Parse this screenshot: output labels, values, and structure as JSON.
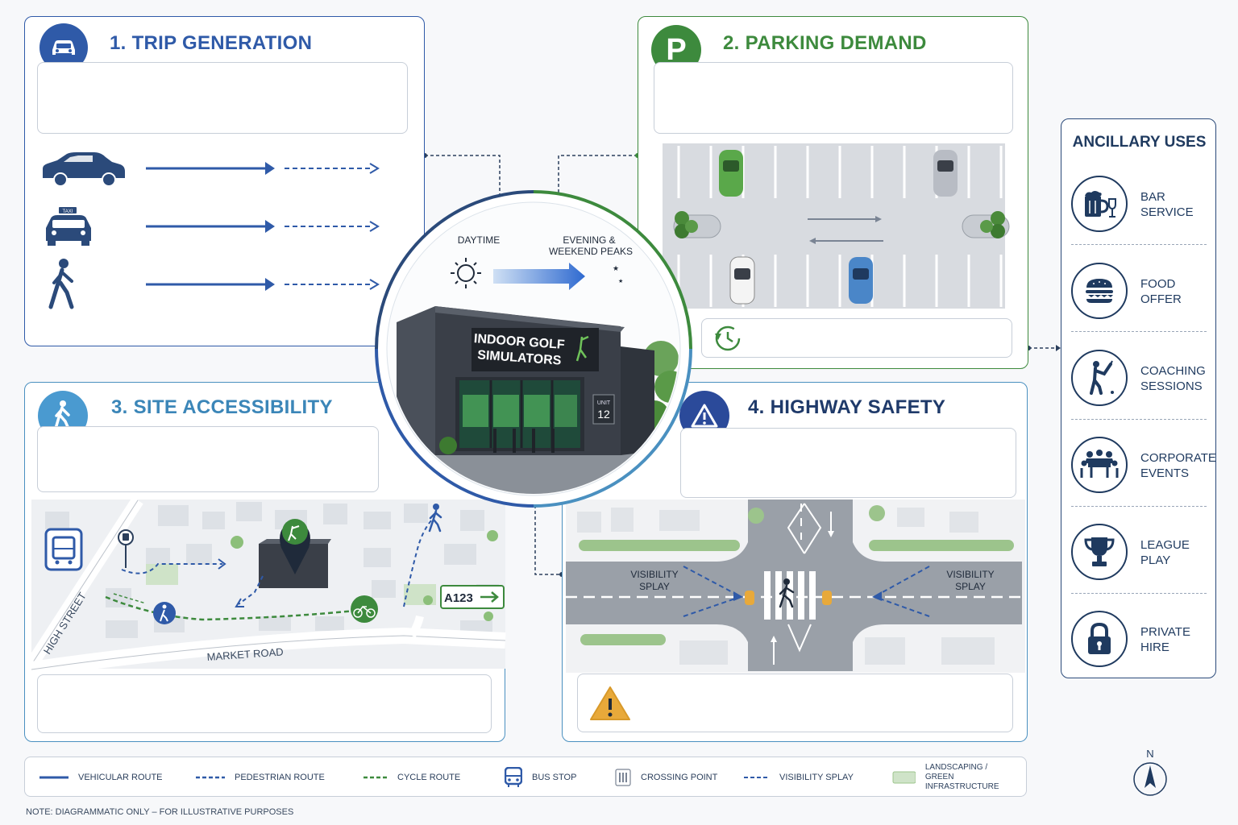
{
  "panels": {
    "trip": {
      "title": "1. TRIP GENERATION"
    },
    "parking": {
      "title": "2. PARKING DEMAND"
    },
    "access": {
      "title": "3. SITE ACCESSIBILITY"
    },
    "safety": {
      "title": "4. HIGHWAY SAFETY"
    }
  },
  "center": {
    "daytime": "DAYTIME",
    "evening_line1": "EVENING &",
    "evening_line2": "WEEKEND PEAKS",
    "sign_line1": "INDOOR GOLF",
    "sign_line2": "SIMULATORS",
    "unit_label": "UNIT",
    "unit_number": "12"
  },
  "map": {
    "high_street": "HIGH STREET",
    "market_road": "MARKET ROAD",
    "road_sign": "A123"
  },
  "junction": {
    "splay_left_1": "VISIBILITY",
    "splay_left_2": "SPLAY",
    "splay_right_1": "VISIBILITY",
    "splay_right_2": "SPLAY"
  },
  "ancillary": {
    "title": "ANCILLARY USES",
    "items": [
      {
        "label": "BAR SERVICE",
        "icon": "beer-wine-icon"
      },
      {
        "label": "FOOD\nOFFER",
        "icon": "burger-icon"
      },
      {
        "label": "COACHING\nSESSIONS",
        "icon": "golfer-icon"
      },
      {
        "label": "CORPORATE\nEVENTS",
        "icon": "meeting-icon"
      },
      {
        "label": "LEAGUE\nPLAY",
        "icon": "trophy-icon"
      },
      {
        "label": "PRIVATE\nHIRE",
        "icon": "lock-icon"
      }
    ]
  },
  "legend": {
    "vehicular": "VEHICULAR ROUTE",
    "pedestrian": "PEDESTRIAN ROUTE",
    "cycle": "CYCLE ROUTE",
    "bus": "BUS STOP",
    "crossing": "CROSSING POINT",
    "splay": "VISIBILITY SPLAY",
    "landscaping_1": "LANDSCAPING /",
    "landscaping_2": "GREEN INFRASTRUCTURE"
  },
  "north": "N",
  "note": "NOTE: DIAGRAMMATIC ONLY – FOR ILLUSTRATIVE PURPOSES",
  "colors": {
    "blue": "#2f5aa8",
    "green": "#3d8a3d",
    "lightblue": "#4a90c0",
    "navy": "#1f3a5f",
    "amber": "#e8a93a"
  }
}
